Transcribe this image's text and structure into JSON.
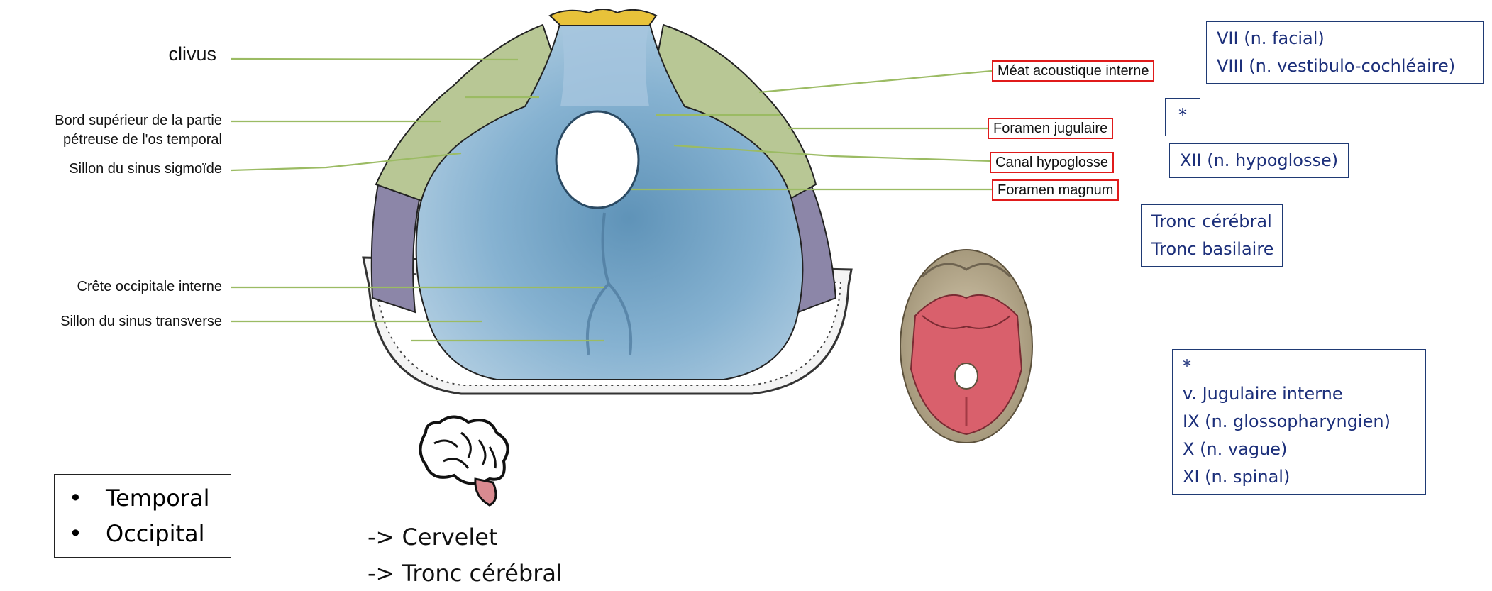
{
  "left_labels": {
    "clivus": "clivus",
    "bord_line1": "Bord supérieur de la partie",
    "bord_line2": "pétreuse de l'os temporal",
    "sigmoide": "Sillon du sinus sigmoïde",
    "crete": "Crête occipitale interne",
    "transverse": "Sillon du sinus transverse"
  },
  "red_labels": {
    "meat": "Méat acoustique interne",
    "jugulaire": "Foramen jugulaire",
    "hypoglosse": "Canal hypoglosse",
    "magnum": "Foramen magnum"
  },
  "blue_boxes": {
    "meat_nerves": [
      "VII (n. facial)",
      "VIII (n. vestibulo-cochléaire)"
    ],
    "asterisk": "*",
    "hypoglosse_nerve": "XII (n. hypoglosse)",
    "magnum_content": [
      "Tronc cérébral",
      "Tronc basilaire"
    ],
    "jugulaire_content": [
      "*",
      "v. Jugulaire interne",
      "IX (n. glossopharyngien)",
      "X (n. vague)",
      "XI (n. spinal)"
    ]
  },
  "bones_list": [
    "Temporal",
    "Occipital"
  ],
  "contents_list": [
    "-> Cervelet",
    "-> Tronc cérébral"
  ],
  "colors": {
    "occipital_blue": "#8fb6d3",
    "temporal_green": "#b8c795",
    "parietal_purple": "#8c86a8",
    "sphenoid_yellow": "#e8c23a",
    "highlight_red": "#d9606c",
    "leader_line": "#9bbb63",
    "label_box_red": "#e01b1b",
    "text_box_blue": "#1c2f7a"
  }
}
